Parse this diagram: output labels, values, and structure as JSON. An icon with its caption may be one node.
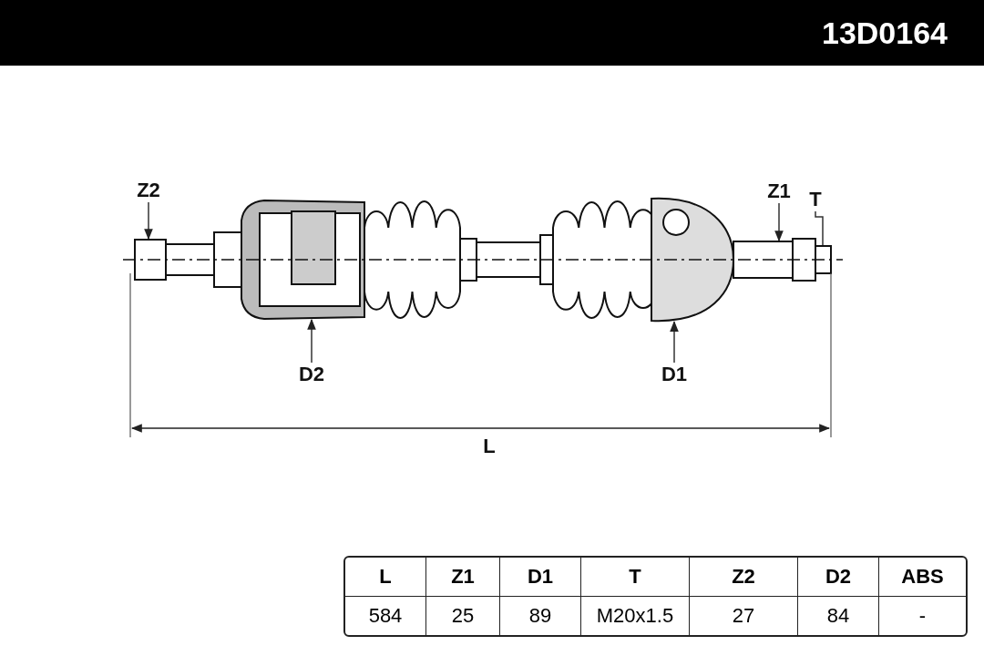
{
  "diagram": {
    "nodes": [
      {
        "text": [
          "Z2"
        ]
      },
      {
        "text": [
          "Z1"
        ]
      },
      {
        "text": [
          "T"
        ]
      },
      {
        "text": [
          "D2"
        ]
      },
      {
        "text": [
          "D1"
        ]
      },
      {
        "text": [],
        "shape": "box"
      },
      {
        "text": [],
        "shape": "picture"
      },
      {
        "text": [],
        "shape": "picture"
      },
      {
        "text": [],
        "shape": "box"
      },
      {
        "text": [],
        "shape": "box"
      }
    ],
    "edges": [
      {
        "from": 0,
        "to": 5,
        "arrow": "to"
      },
      {
        "from": 1,
        "to": 8,
        "arrow": "to"
      },
      {
        "from": 2,
        "to": 9,
        "arrow": "none"
      },
      {
        "from": 3,
        "to": 6,
        "arrow": "to"
      },
      {
        "from": 4,
        "to": 7,
        "arrow": "to"
      }
    ],
    "labels": [
      "13D0164",
      "L",
      "L",
      "Z1",
      "D1",
      "T",
      "Z2",
      "D2",
      "ABS",
      "584",
      "25",
      "89",
      "M20x1.5",
      "27",
      "84",
      "-"
    ]
  }
}
